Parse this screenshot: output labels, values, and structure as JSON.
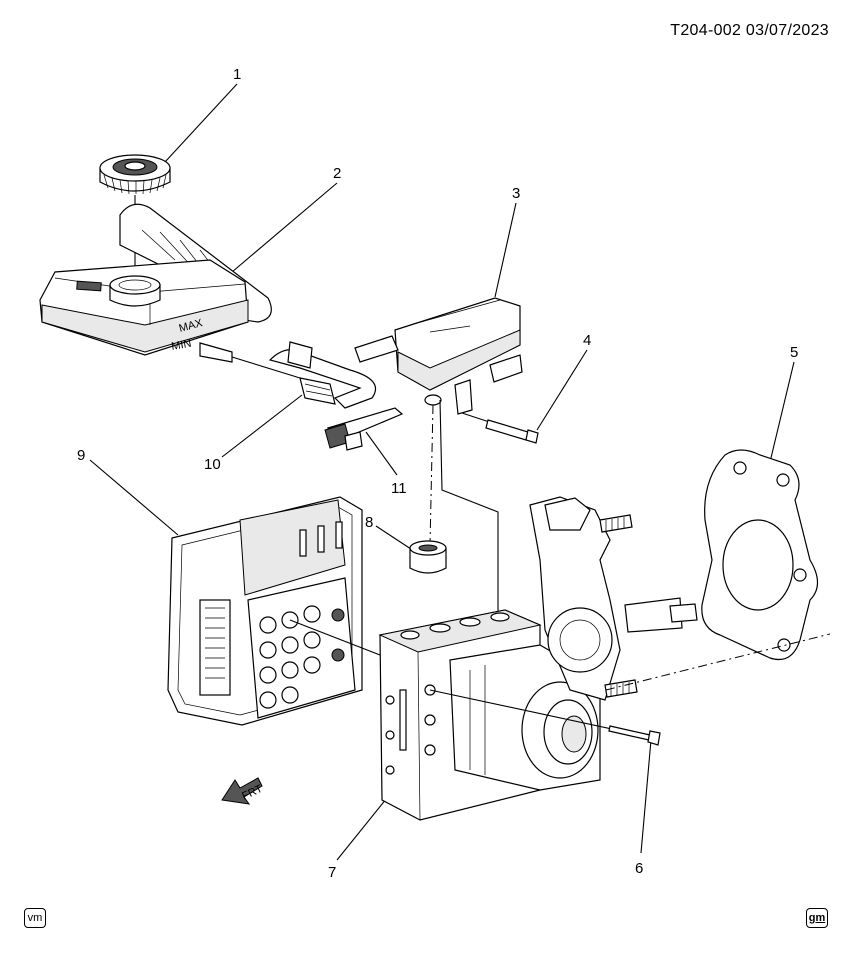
{
  "header": {
    "ref_code": "T204-002  03/07/2023"
  },
  "callouts": [
    {
      "number": "1"
    },
    {
      "number": "2"
    },
    {
      "number": "3"
    },
    {
      "number": "4"
    },
    {
      "number": "5"
    },
    {
      "number": "6"
    },
    {
      "number": "7"
    },
    {
      "number": "8"
    },
    {
      "number": "9"
    },
    {
      "number": "10"
    },
    {
      "number": "11"
    }
  ],
  "labels": {
    "reservoir_max": "MAX",
    "reservoir_min": "MIN",
    "front_arrow": "FRT"
  },
  "badges": {
    "left": "vm",
    "right": "gm"
  }
}
